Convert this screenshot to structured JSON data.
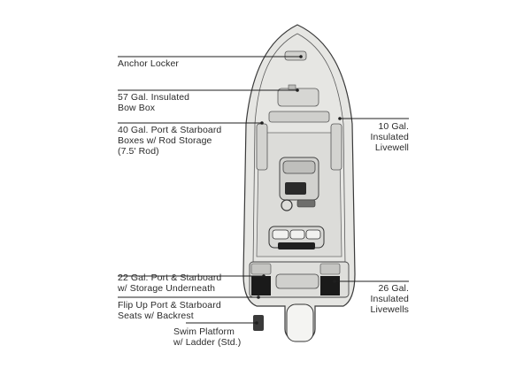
{
  "callouts": {
    "anchor_locker": [
      "Anchor Locker"
    ],
    "bow_box": [
      "57 Gal. Insulated",
      "Bow Box"
    ],
    "rod_storage_boxes": [
      "40 Gal. Port & Starboard",
      "Boxes w/ Rod Storage",
      "(7.5' Rod)"
    ],
    "livewell": [
      "10 Gal.",
      "Insulated",
      "Livewell"
    ],
    "storage_underneath": [
      "22 Gal. Port & Starboard",
      "w/ Storage Underneath"
    ],
    "flip_up_seats": [
      "Flip Up Port & Starboard",
      "Seats w/ Backrest"
    ],
    "swim_platform": [
      "Swim Platform",
      "w/ Ladder (Std.)"
    ],
    "aft_livewells": [
      "26 Gal.",
      "Insulated",
      "Livewells"
    ]
  },
  "colors": {
    "hull_fill": "#e6e6e3",
    "outline": "#3a3a3a",
    "leader_line": "#1f1f1f",
    "text": "#2b2b2b",
    "livewell_dark": "#1a1a1a"
  }
}
